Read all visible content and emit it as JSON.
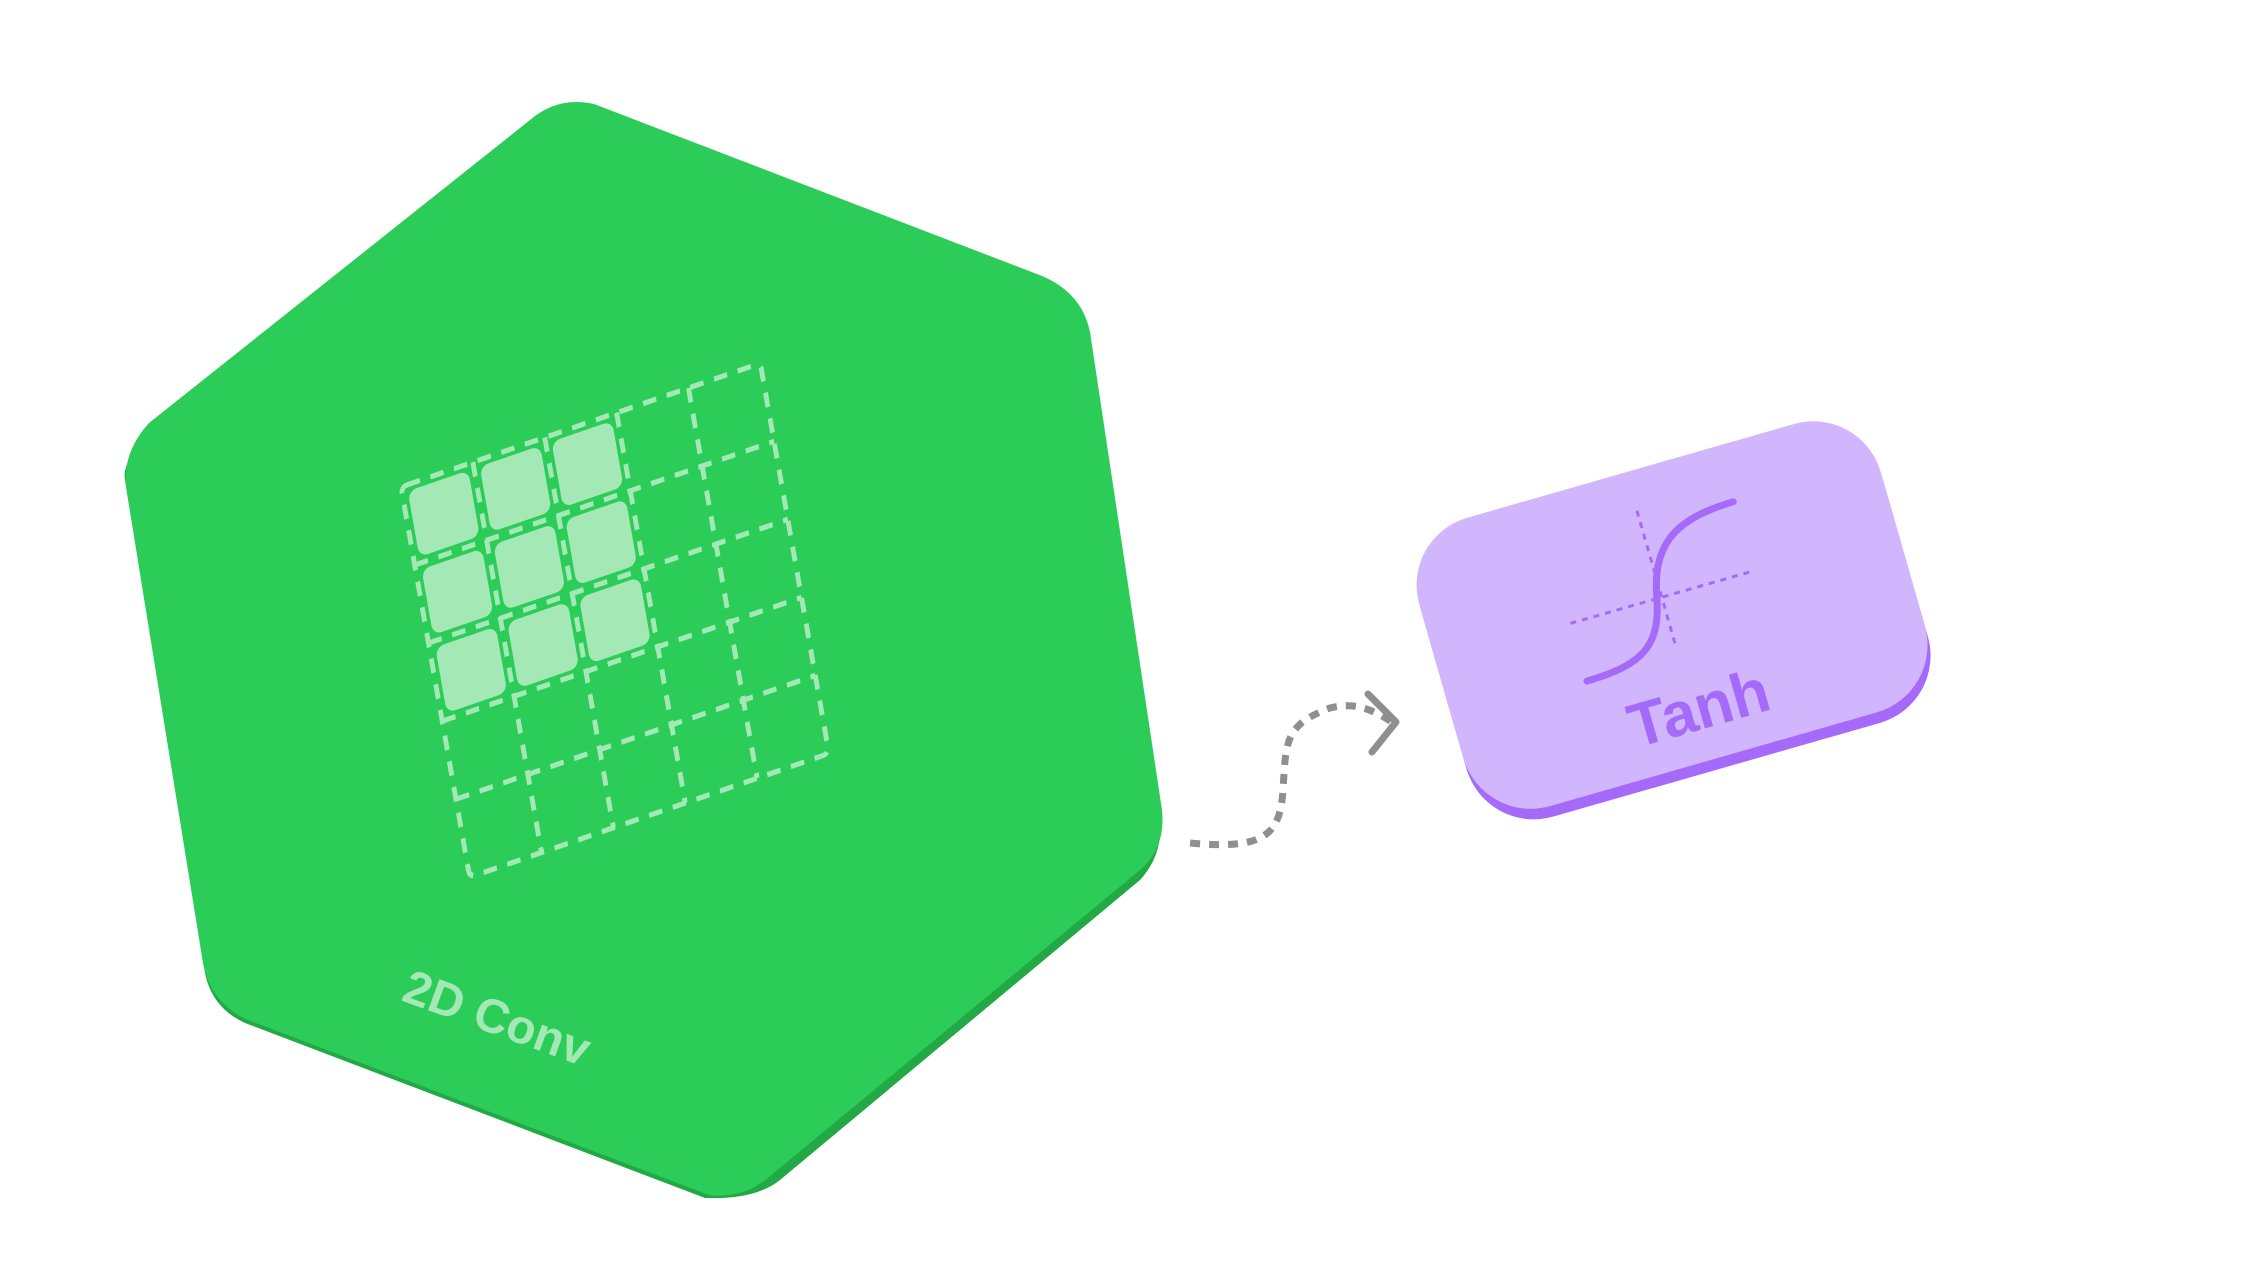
{
  "conv_block": {
    "label": "2D Conv",
    "colors": {
      "face": "#2bcc58",
      "side": "#23a846",
      "cell_fill": "#a3e8b5",
      "grid_stroke": "#a3e8b5"
    },
    "grid": {
      "rows": 5,
      "cols": 5
    },
    "kernel": {
      "rows": 3,
      "cols": 3
    },
    "icon": "convolution-grid-icon"
  },
  "tanh_block": {
    "label": "Tanh",
    "colors": {
      "face": "#d2b6fd",
      "side": "#a56af9",
      "curve": "#a56af9",
      "text": "#a56af9"
    },
    "icon": "tanh-curve-icon"
  },
  "connector": {
    "color": "#8f8f8f",
    "style": "dotted",
    "icon": "arrow-right-icon"
  }
}
